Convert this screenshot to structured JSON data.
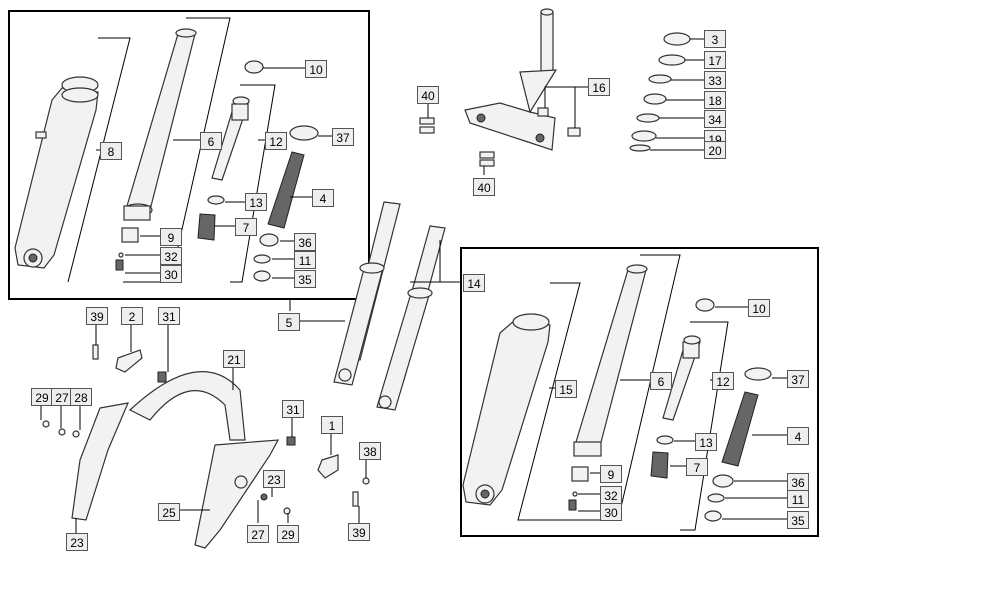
{
  "diagram": {
    "labels": {
      "l3": "3",
      "l17": "17",
      "l33": "33",
      "l18": "18",
      "l34": "34",
      "l19": "19",
      "l20": "20",
      "l16": "16",
      "l40a": "40",
      "l40b": "40",
      "b1_10": "10",
      "b1_6": "6",
      "b1_12": "12",
      "b1_37": "37",
      "b1_8": "8",
      "b1_13": "13",
      "b1_4": "4",
      "b1_7": "7",
      "b1_9": "9",
      "b1_36": "36",
      "b1_32": "32",
      "b1_11": "11",
      "b1_30": "30",
      "b1_35": "35",
      "l5": "5",
      "l14": "14",
      "b2_10": "10",
      "b2_15": "15",
      "b2_6": "6",
      "b2_12": "12",
      "b2_37": "37",
      "b2_13": "13",
      "b2_4": "4",
      "b2_7": "7",
      "b2_9": "9",
      "b2_36": "36",
      "b2_32": "32",
      "b2_11": "11",
      "b2_30": "30",
      "b2_35": "35",
      "l39a": "39",
      "l2": "2",
      "l31a": "31",
      "l21": "21",
      "l29a": "29",
      "l27a": "27",
      "l28": "28",
      "l31b": "31",
      "l1": "1",
      "l38": "38",
      "l23a": "23",
      "l25": "25",
      "l27b": "27",
      "l29b": "29",
      "l39b": "39",
      "l23b": "23"
    }
  }
}
